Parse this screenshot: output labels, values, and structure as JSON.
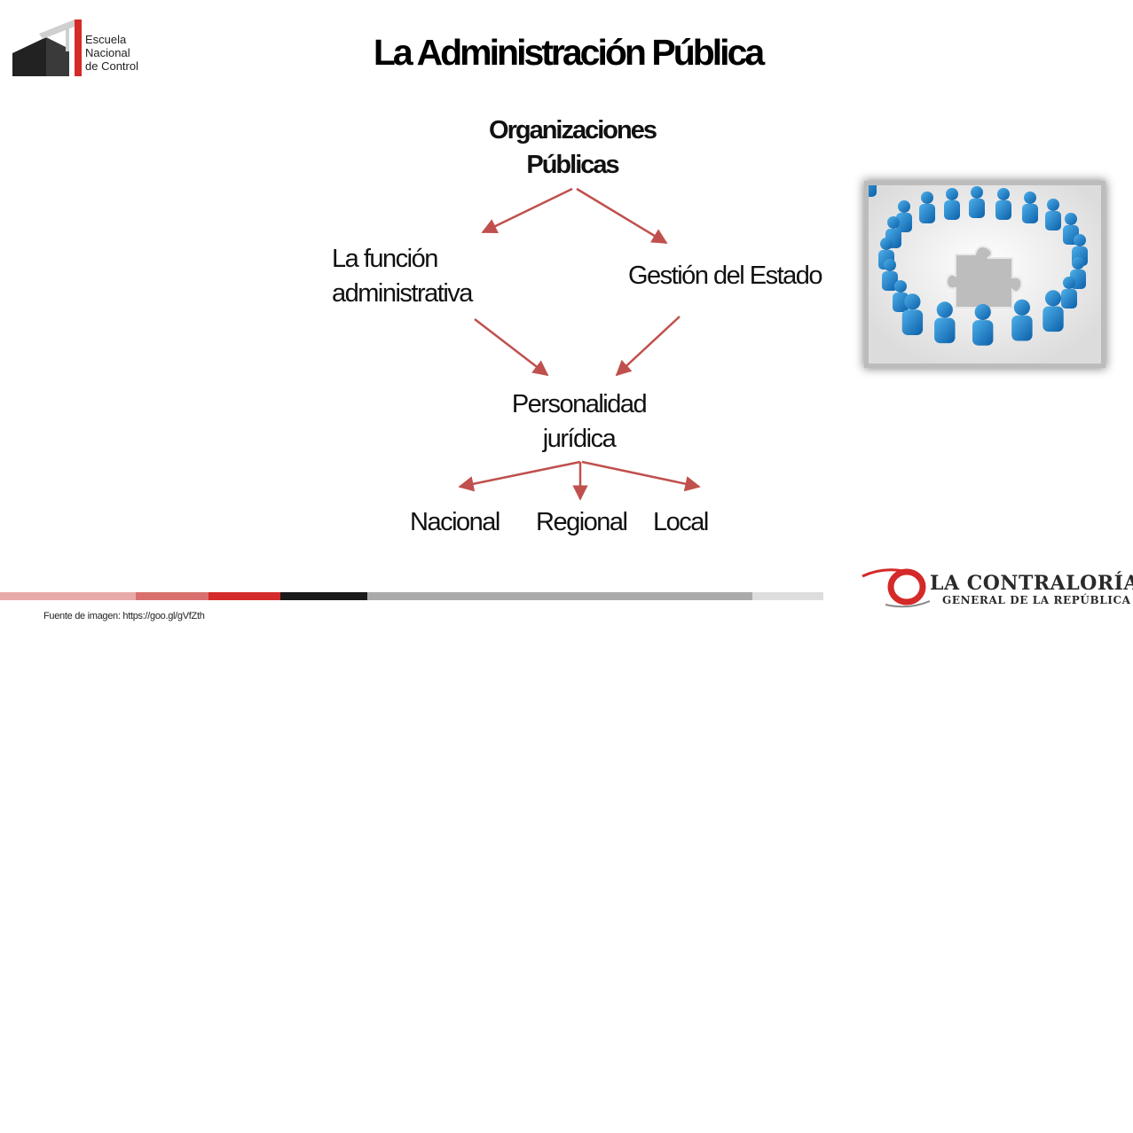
{
  "header": {
    "logo_lines": [
      "Escuela",
      "Nacional",
      "de Control"
    ],
    "title": "La Administración Pública"
  },
  "diagram": {
    "root": [
      "Organizaciones",
      "Públicas"
    ],
    "left": [
      "La función",
      "administrativa"
    ],
    "right": "Gestión del Estado",
    "middle": [
      "Personalidad",
      "jurídica"
    ],
    "leaves": [
      "Nacional",
      "Regional",
      "Local"
    ],
    "arrow_color": "#c0504d"
  },
  "image": {
    "description_icon": "people-circle-puzzle-image"
  },
  "footer": {
    "source": "Fuente de imagen: https://goo.gl/gVfZth",
    "brand_line1": "LA CONTRALORÍA",
    "brand_line2": "GENERAL DE LA REPÚBLICA",
    "stripe_colors": [
      "#e8a9a9",
      "#d9706e",
      "#d42a2a",
      "#1a1a1a",
      "#aaaaaa",
      "#dddddd"
    ]
  }
}
